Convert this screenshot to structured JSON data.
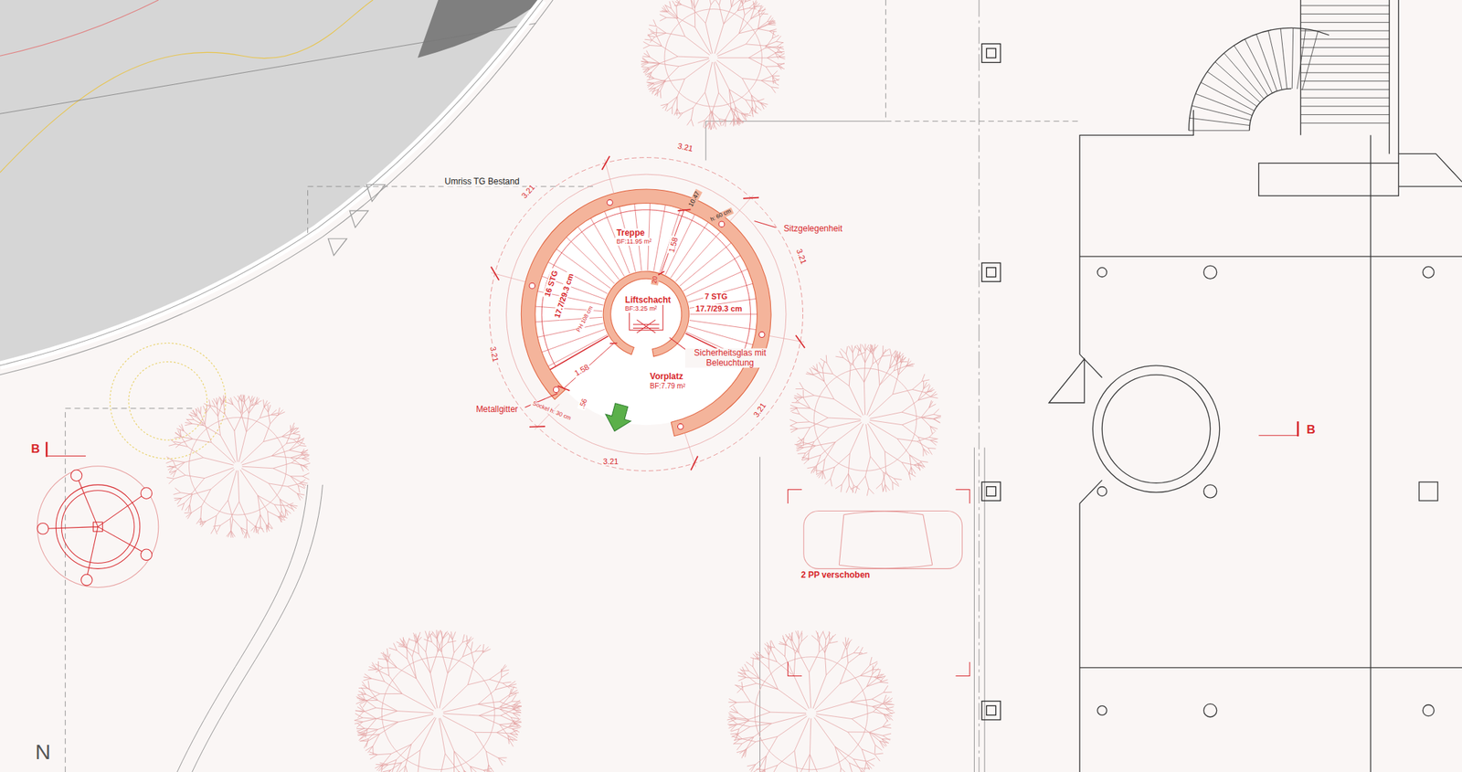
{
  "diagram": {
    "nodes": [
      {
        "text": [
          "Treppe",
          "BF:11.95 m²"
        ]
      },
      {
        "text": [
          "Liftschacht",
          "BF:3.25 m²"
        ]
      },
      {
        "text": [
          "Vorplatz",
          "BF:7.79 m²"
        ]
      }
    ],
    "labels": [
      "Umriss TG Bestand",
      "16 STG",
      "17.7/29.3 cm",
      "7 STG",
      "17.7/29.3 cm",
      "Sitzgelegenheit",
      "Sicherheitsglas mit Beleuchtung",
      "Metallgitter",
      "Sockel h: 30 cm",
      "10.47",
      "h: 60 cm",
      "PH 108 cm",
      "1.58",
      "1.58",
      "20",
      ".56",
      "3.21",
      "3.21",
      "3.21",
      "3.21",
      "3.21",
      "3.21",
      "2 PP verschoben",
      "B",
      "B",
      "N"
    ]
  }
}
